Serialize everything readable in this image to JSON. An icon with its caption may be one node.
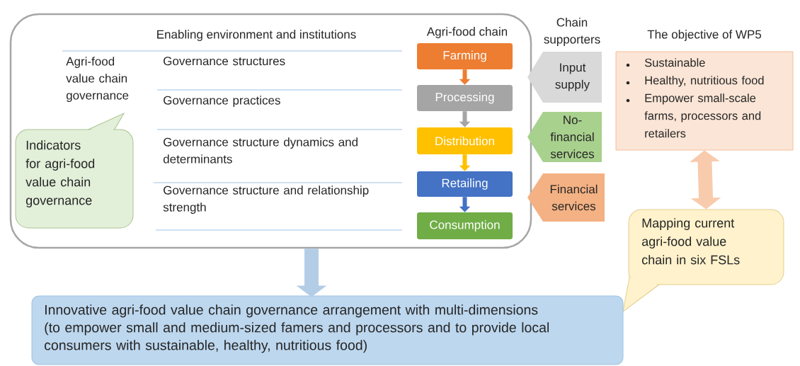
{
  "diagram": {
    "nodes": [
      {
        "text": [
          "Enabling environment and institutions"
        ]
      },
      {
        "text": [
          "Indicators for agri-food value chain governance"
        ],
        "in": 0
      },
      {
        "text": [
          "Farming"
        ],
        "in": 0
      },
      {
        "text": [
          "Processing"
        ],
        "in": 0
      },
      {
        "text": [
          "Distribution"
        ],
        "in": 0
      },
      {
        "text": [
          "Retailing"
        ],
        "in": 0
      },
      {
        "text": [
          "Consumption"
        ],
        "in": 0
      },
      {
        "text": [
          "Input supply"
        ]
      },
      {
        "text": [
          "No- financial services"
        ]
      },
      {
        "text": [
          "Financial services"
        ]
      },
      {
        "text": [
          "The objective of WP5",
          "Sustainable",
          "Healthy, nutritious food",
          "Empower small-scale farms, processors and retailers"
        ]
      },
      {
        "text": [
          "Mapping current agri-food value chain in six FSLs"
        ]
      },
      {
        "text": [
          "Innovative agri-food value chain governance arrangement with multi-dimensions (to empower small and medium-sized famers and processors and to provide local consumers with sustainable, healthy, nutritious food)"
        ]
      }
    ],
    "edges": [
      {
        "from": 2,
        "to": 3,
        "arrow": "to",
        "color": "#ed7d31"
      },
      {
        "from": 3,
        "to": 4,
        "arrow": "to",
        "color": "#a5a5a5"
      },
      {
        "from": 4,
        "to": 5,
        "arrow": "to",
        "color": "#ffc000"
      },
      {
        "from": 5,
        "to": 6,
        "arrow": "to",
        "color": "#4472c4"
      },
      {
        "from": 0,
        "to": 12,
        "arrow": "to",
        "style": "thick",
        "color": "#b4cde6"
      },
      {
        "from": 10,
        "to": 11,
        "arrow": "both",
        "style": "thick",
        "color": "#f8cbad"
      }
    ],
    "labels": [
      "Agri-food chain",
      "Chain supporters",
      "Agri-food value chain governance",
      "Governance structures",
      "Governance practices",
      "Governance structure dynamics and determinants",
      "Governance structure and relationship strength"
    ]
  }
}
